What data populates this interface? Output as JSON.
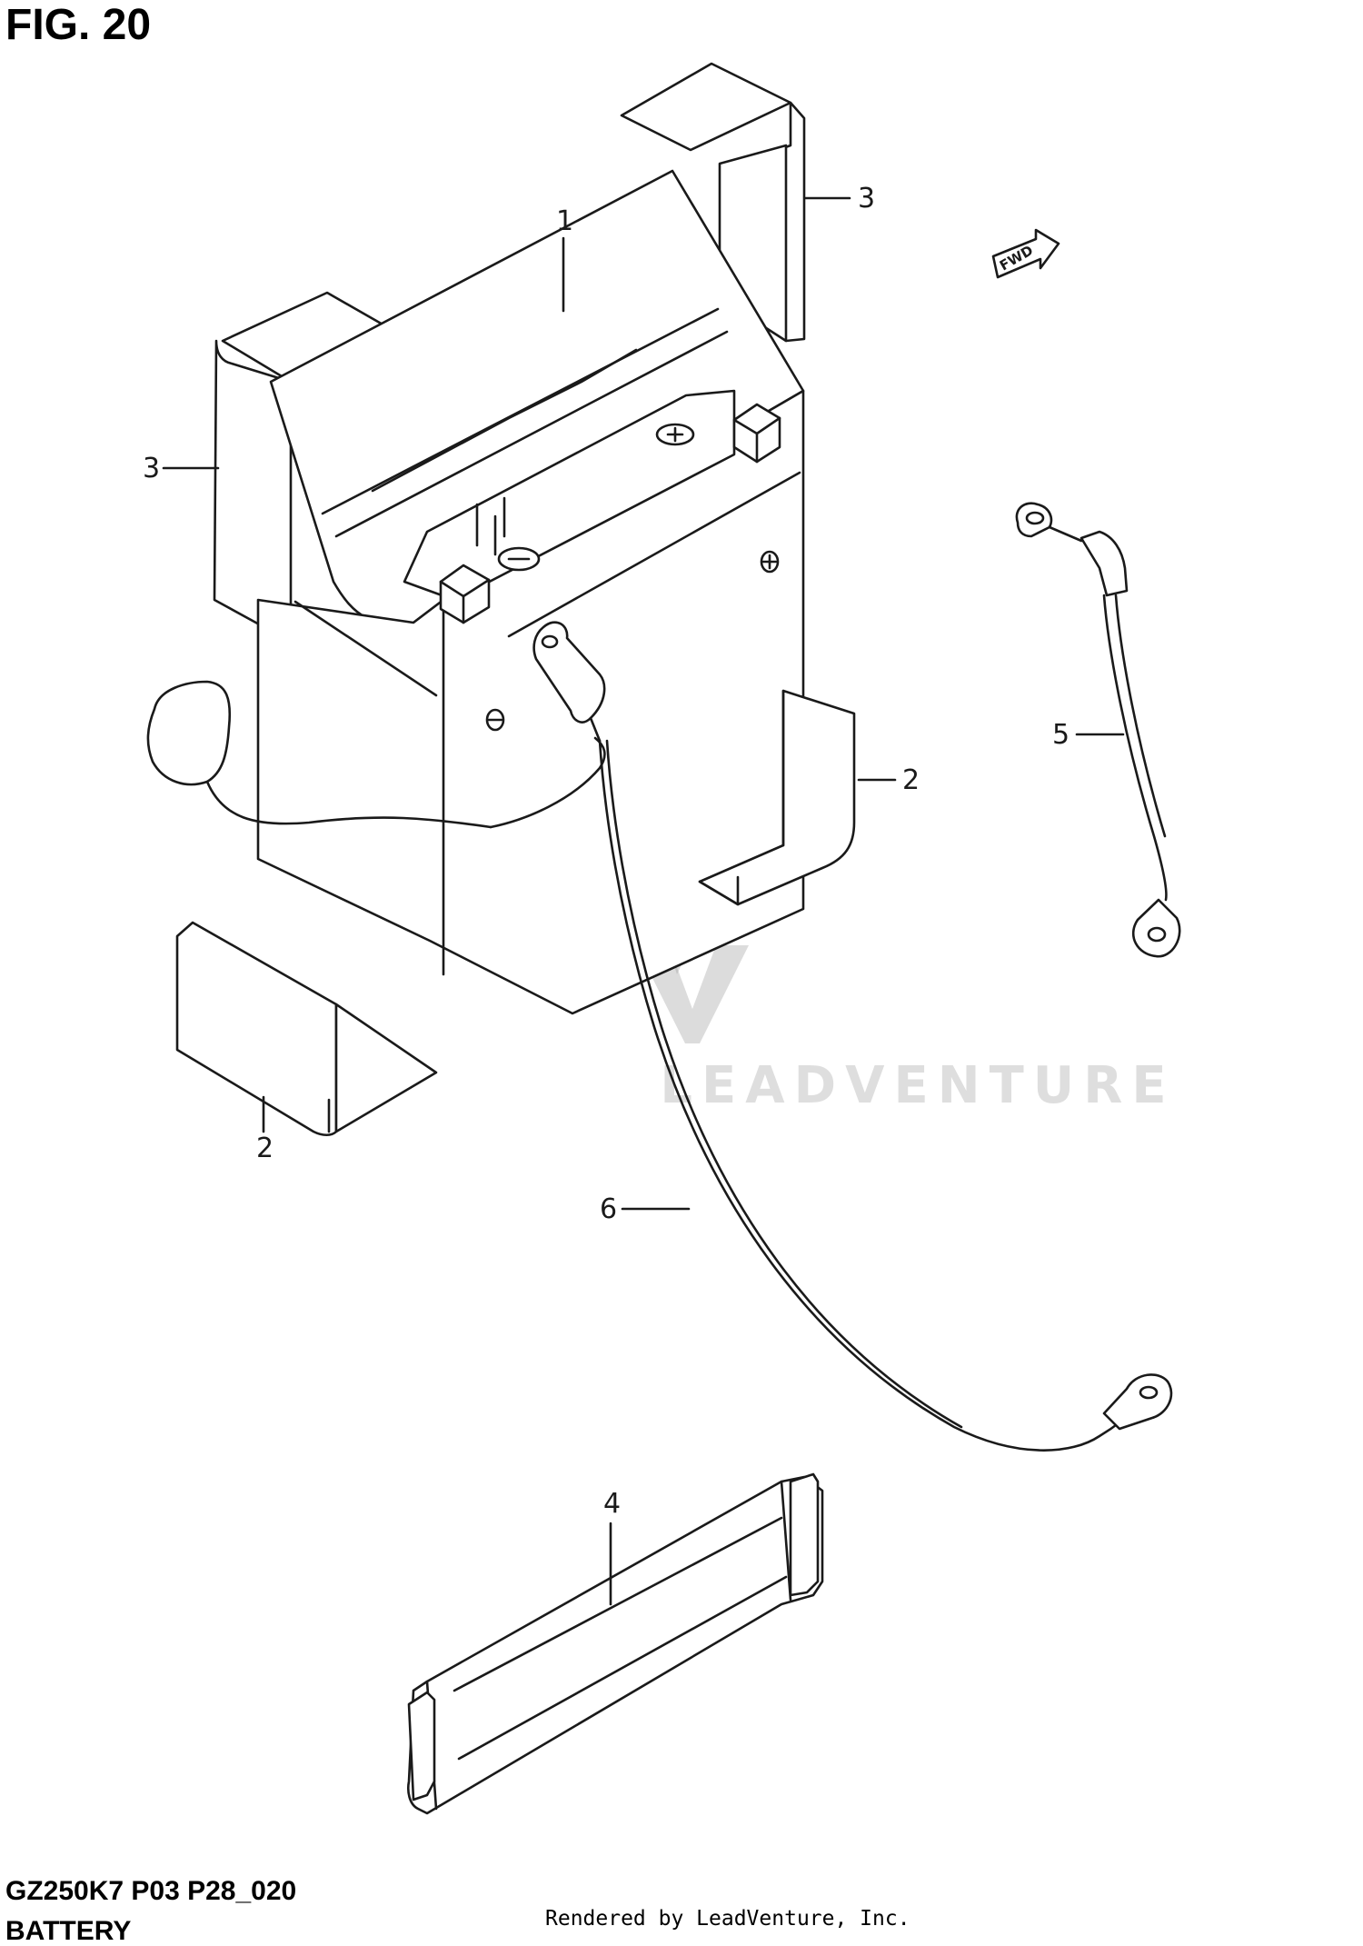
{
  "figure": {
    "title": "FIG. 20",
    "model_code": "GZ250K7 P03 P28_020",
    "section_name": "BATTERY",
    "credit": "Rendered by LeadVenture, Inc."
  },
  "watermark": {
    "text": "LEADVENTURE"
  },
  "direction_badge": {
    "text": "FWD"
  },
  "callouts": [
    {
      "number": "1"
    },
    {
      "number": "2"
    },
    {
      "number": "2"
    },
    {
      "number": "3"
    },
    {
      "number": "3"
    },
    {
      "number": "4"
    },
    {
      "number": "5"
    },
    {
      "number": "6"
    }
  ]
}
